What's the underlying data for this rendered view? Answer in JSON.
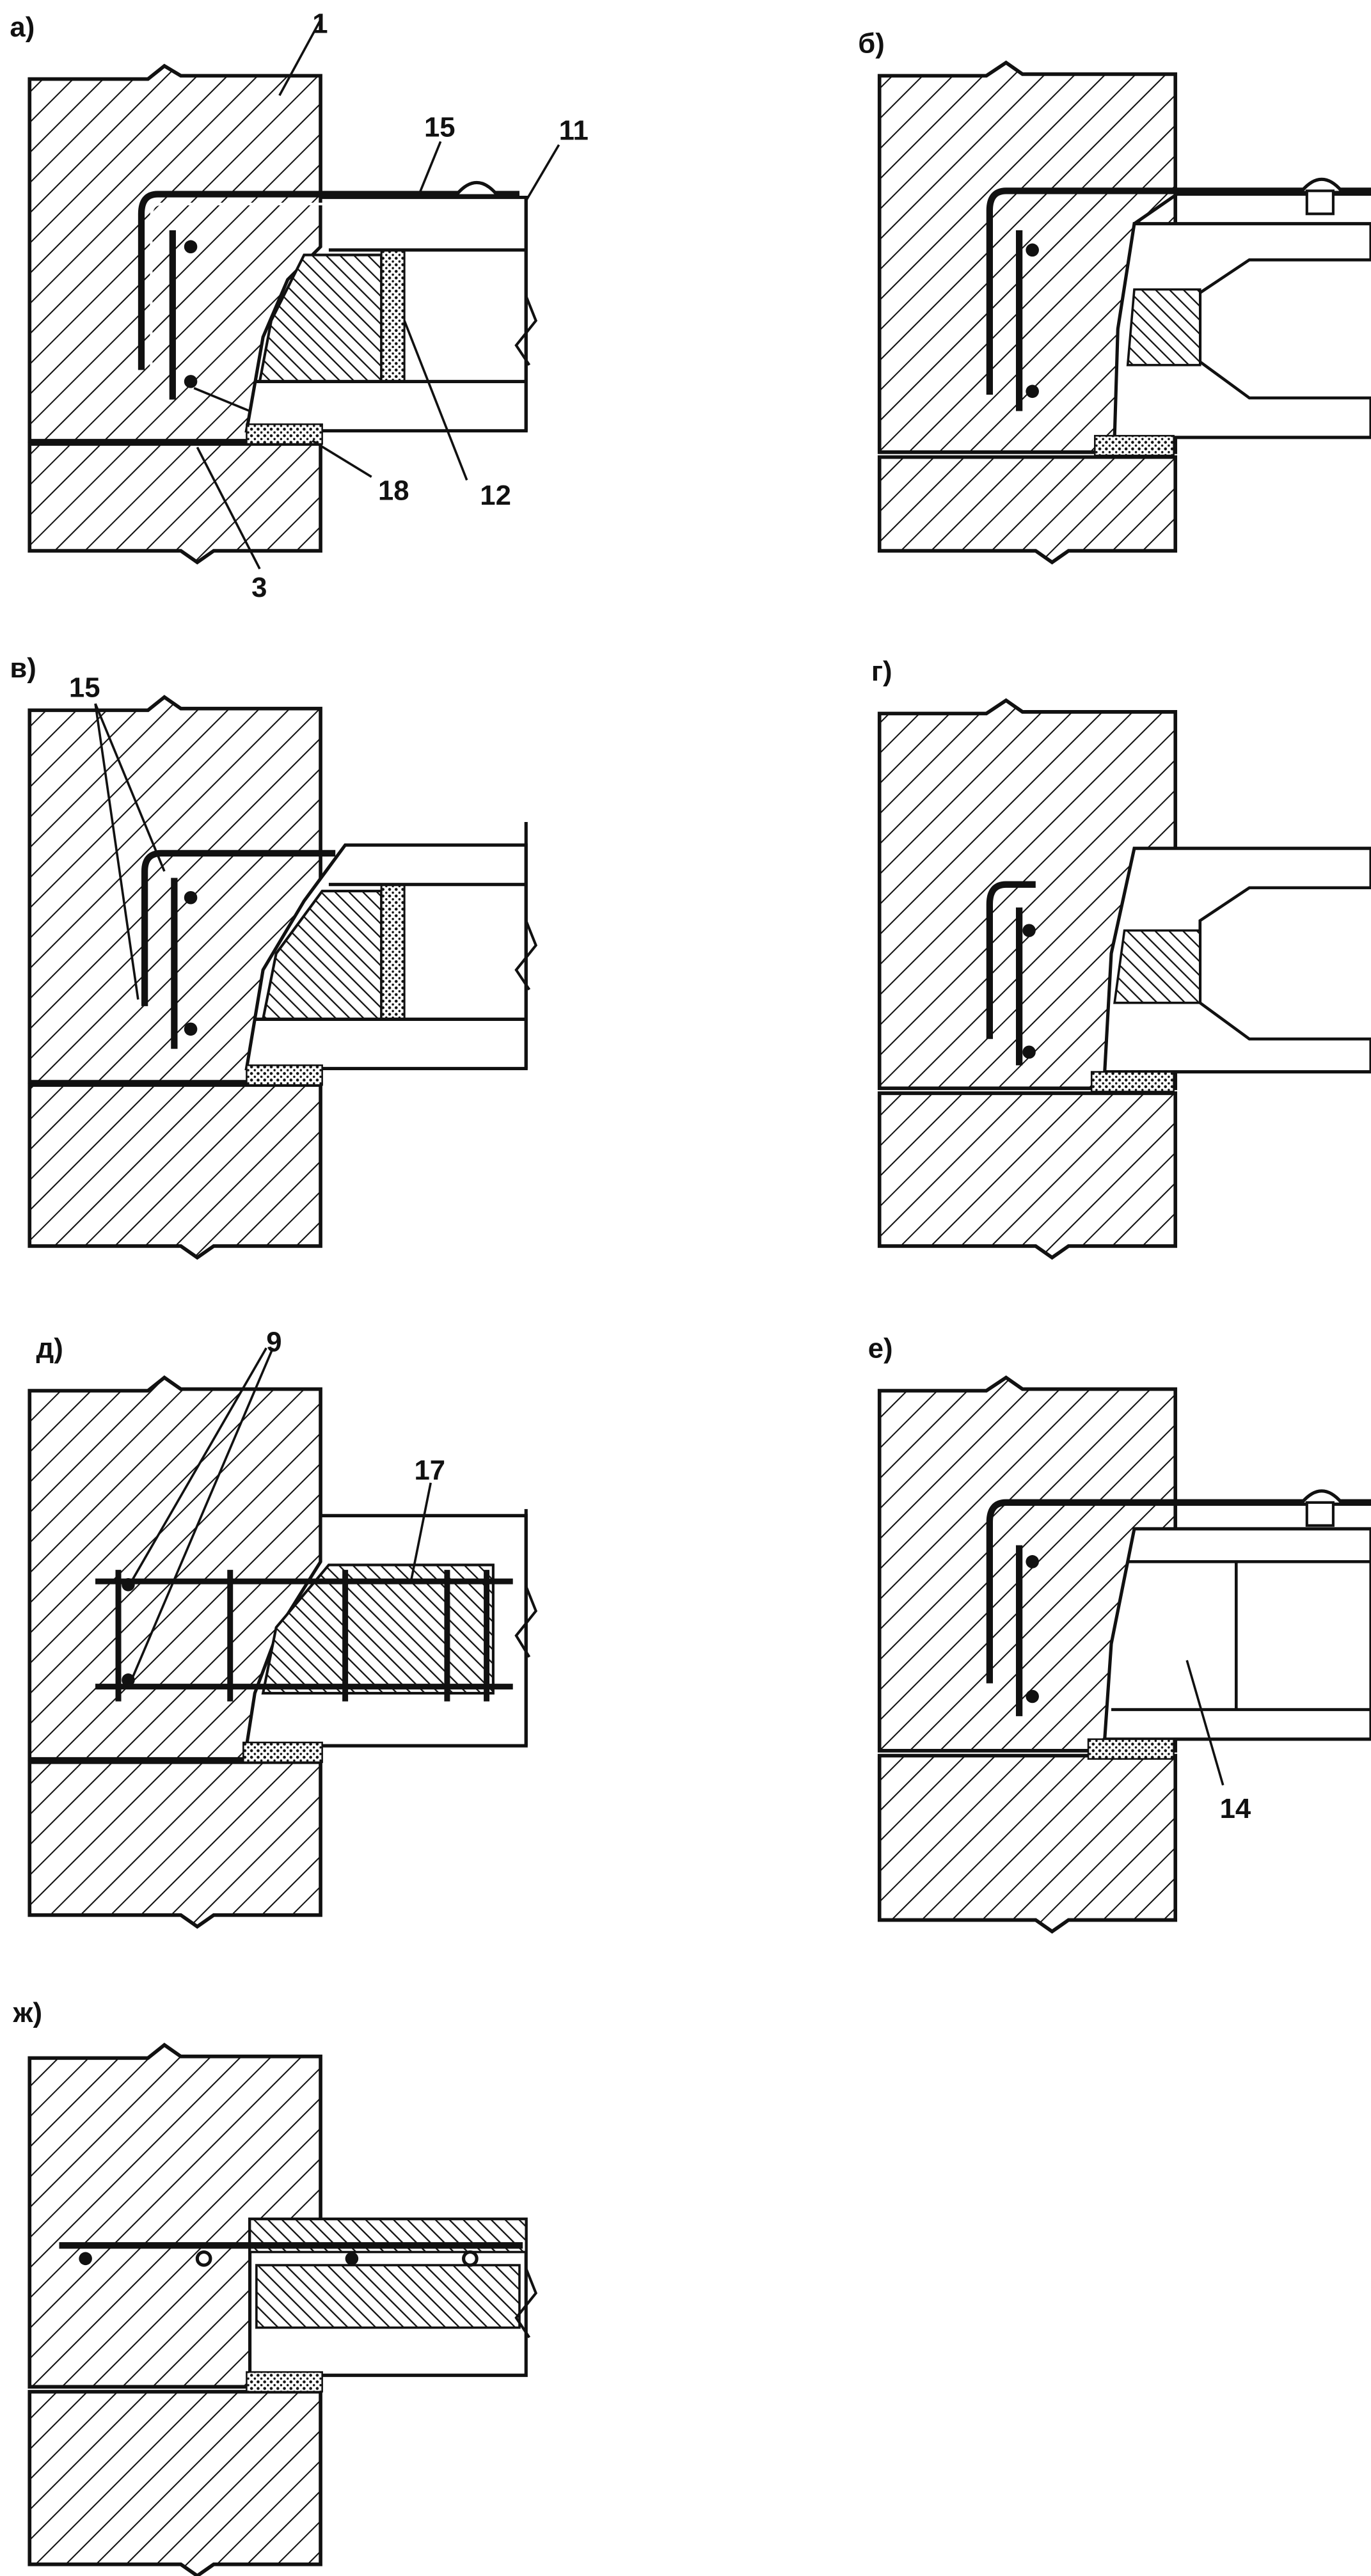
{
  "panels": {
    "a": {
      "label": "а)",
      "callouts": {
        "c1": "1",
        "c15": "15",
        "c11": "11",
        "c12": "12",
        "c18": "18",
        "c3": "3"
      }
    },
    "b": {
      "label": "б)"
    },
    "v": {
      "label": "в)",
      "callouts": {
        "c15": "15"
      }
    },
    "g": {
      "label": "г)"
    },
    "d": {
      "label": "д)",
      "callouts": {
        "c9": "9",
        "c17": "17"
      }
    },
    "e": {
      "label": "е)",
      "callouts": {
        "c14": "14"
      }
    },
    "zh": {
      "label": "ж)"
    }
  }
}
